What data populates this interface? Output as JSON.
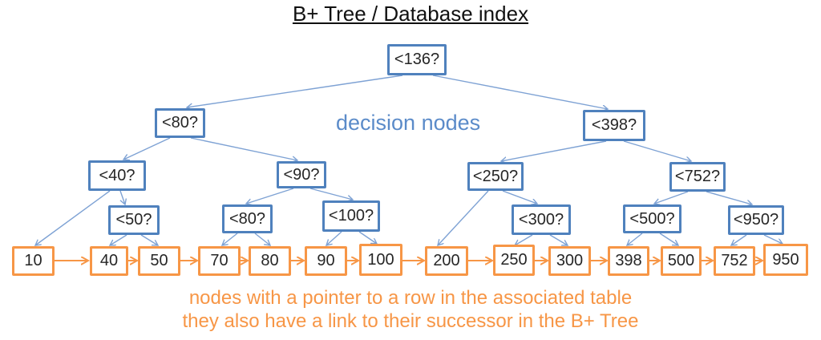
{
  "title": "B+ Tree / Database index",
  "annotations": {
    "decision_nodes_label": "decision nodes",
    "caption_line1": "nodes with a pointer to a row in the associated table",
    "caption_line2": "they also have a link to their successor in the B+ Tree"
  },
  "colors": {
    "decision_border": "#4f81bd",
    "decision_edge": "#7ea2d4",
    "decision_label_text": "#5b8bc9",
    "leaf_border": "#f79646",
    "leaf_edge": "#f79646",
    "caption_text": "#f79646",
    "node_text": "#262626",
    "title_text": "#111111",
    "background": "#ffffff"
  },
  "tree": {
    "decision": [
      {
        "id": "n136",
        "label": "<136?",
        "children": [
          "n80",
          "n398"
        ]
      },
      {
        "id": "n80",
        "label": "<80?",
        "children": [
          "n40",
          "n90"
        ]
      },
      {
        "id": "n398",
        "label": "<398?",
        "children": [
          "n250",
          "n752"
        ]
      },
      {
        "id": "n40",
        "label": "<40?",
        "children": [
          "leaf-10",
          "n50"
        ]
      },
      {
        "id": "n90",
        "label": "<90?",
        "children": [
          "n80b",
          "n100"
        ]
      },
      {
        "id": "n250",
        "label": "<250?",
        "children": [
          "leaf-200",
          "n300"
        ]
      },
      {
        "id": "n752",
        "label": "<752?",
        "children": [
          "n500",
          "n950"
        ]
      },
      {
        "id": "n50",
        "label": "<50?",
        "children": [
          "leaf-40",
          "leaf-50"
        ]
      },
      {
        "id": "n80b",
        "label": "<80?",
        "children": [
          "leaf-70",
          "leaf-80"
        ]
      },
      {
        "id": "n100",
        "label": "<100?",
        "children": [
          "leaf-90",
          "leaf-100"
        ]
      },
      {
        "id": "n300",
        "label": "<300?",
        "children": [
          "leaf-250",
          "leaf-300"
        ]
      },
      {
        "id": "n500",
        "label": "<500?",
        "children": [
          "leaf-398",
          "leaf-500"
        ]
      },
      {
        "id": "n950",
        "label": "<950?",
        "children": [
          "leaf-752",
          "leaf-950"
        ]
      }
    ],
    "leaves": [
      {
        "label": "10"
      },
      {
        "label": "40"
      },
      {
        "label": "50"
      },
      {
        "label": "70"
      },
      {
        "label": "80"
      },
      {
        "label": "90"
      },
      {
        "label": "100"
      },
      {
        "label": "200"
      },
      {
        "label": "250"
      },
      {
        "label": "300"
      },
      {
        "label": "398"
      },
      {
        "label": "500"
      },
      {
        "label": "752"
      },
      {
        "label": "950"
      }
    ],
    "successor_chain": [
      "10",
      "40",
      "50",
      "70",
      "80",
      "90",
      "100",
      "200",
      "250",
      "300",
      "398",
      "500",
      "752",
      "950"
    ]
  }
}
